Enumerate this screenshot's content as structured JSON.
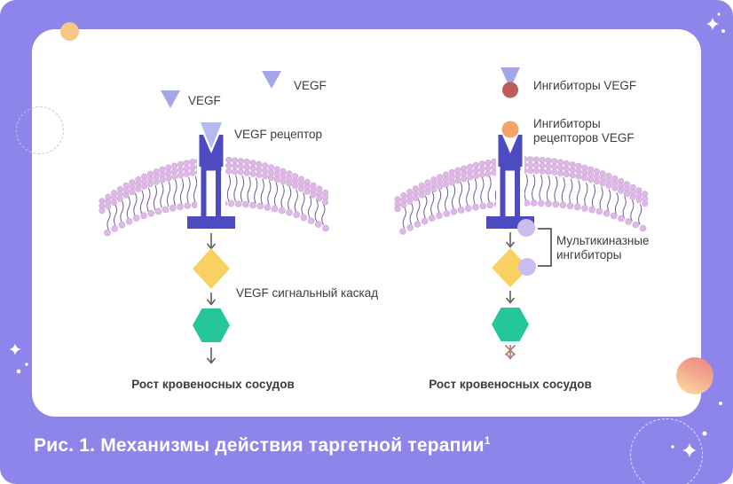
{
  "figure": {
    "caption": "Рис. 1. Механизмы действия таргетной терапии",
    "caption_superscript": "1"
  },
  "left_panel": {
    "vegf_label_a": "VEGF",
    "vegf_label_b": "VEGF",
    "receptor_label": "VEGF рецептор",
    "cascade_label": "VEGF сигнальный каскад",
    "outcome_label": "Рост кровеносных сосудов"
  },
  "right_panel": {
    "vegf_inhibitors_label": "Ингибиторы VEGF",
    "receptor_inhibitors_label_line1": "Ингибиторы",
    "receptor_inhibitors_label_line2": "рецепторов VEGF",
    "multikinase_label_line1": "Мультикиназные",
    "multikinase_label_line2": "ингибиторы",
    "outcome_label": "Рост кровеносных сосудов"
  },
  "colors": {
    "background": "#8d85e9",
    "card": "#ffffff",
    "receptor": "#4c4bc2",
    "vegf_triangle": "#a4a6e9",
    "vegf_triangle_light": "#b7b9f1",
    "membrane_head": "#dfb9e6",
    "membrane_head_stroke": "#c9a3d6",
    "membrane_tail": "#6e5b92",
    "cascade_diamond": "#f9d160",
    "cascade_hexagon": "#25c69b",
    "vegf_inhibitor_circle": "#c05b5b",
    "receptor_inhibitor_circle": "#f2a469",
    "multikinase_circle": "#cbbdf0",
    "arrow": "#5f5f5f",
    "blocked_arrow": "#ad7b71",
    "bracket": "#3f3f3f",
    "label_text": "#3c3c3c",
    "caption_text": "#ffffff",
    "decor_orange_circle": "#f5c884"
  },
  "icons": {
    "vegf_molecule": "triangle-down-icon",
    "vegf_receptor": "y-receptor-icon",
    "cell_membrane": "lipid-bilayer-graphic",
    "signal_step_1": "diamond-icon",
    "signal_step_2": "hexagon-icon",
    "inhibitor_marker": "circle-icon",
    "flow": "arrow-down-icon",
    "blocked_flow": "crossed-arrow-down-icon",
    "decorations": [
      "sparkle-icon",
      "dashed-circle-icon",
      "dot-icon",
      "gradient-sphere-icon"
    ]
  }
}
